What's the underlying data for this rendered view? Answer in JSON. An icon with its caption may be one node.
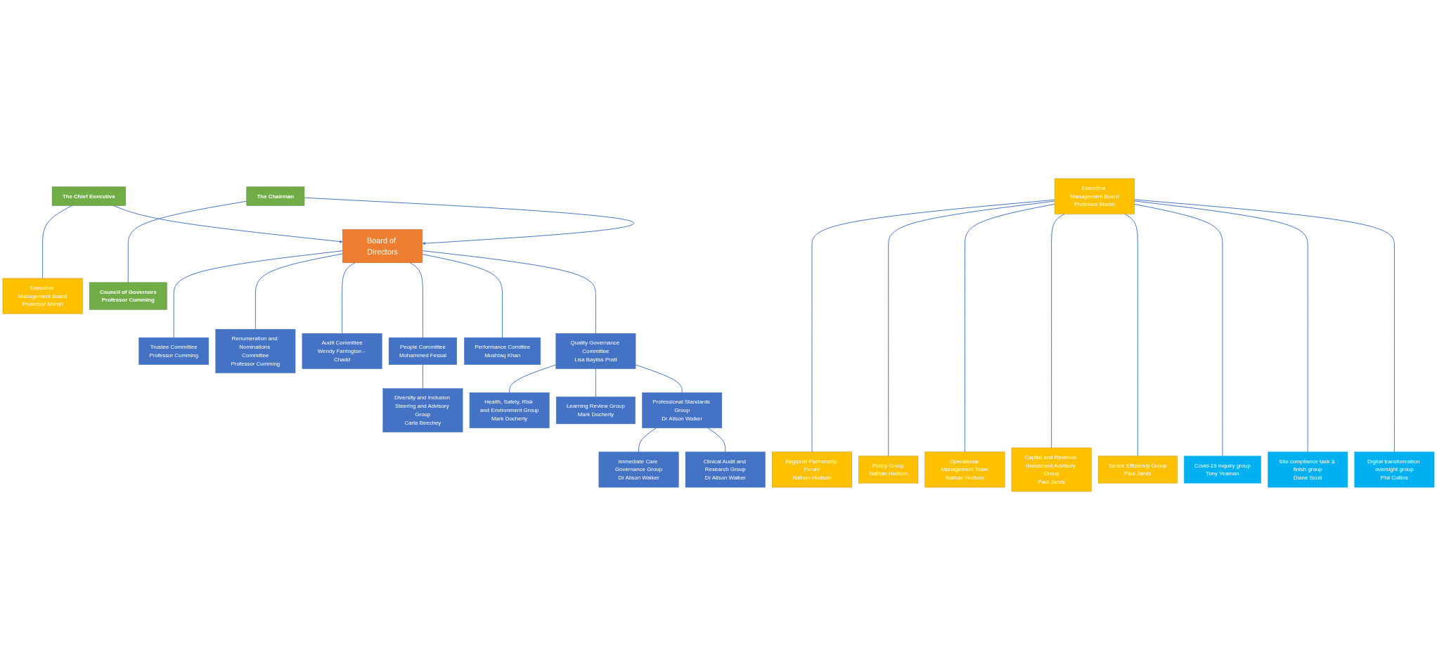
{
  "diagram": {
    "nodes": [
      {
        "text": [
          "The Chief Executive"
        ]
      },
      {
        "text": [
          "Board of Directors"
        ]
      },
      {
        "text": [
          "The Chairman"
        ]
      },
      {
        "text": [
          "Executive Management Board",
          "Professor Marsh"
        ]
      },
      {
        "text": [
          "Council of Governors",
          "Professor Cumming"
        ]
      },
      {
        "text": [
          "Trustee Committee",
          "Professor Cumming"
        ]
      },
      {
        "text": [
          "Renumeration and Nominations Committee",
          "Professor Cumming"
        ]
      },
      {
        "text": [
          "Audit Committee",
          "Wendy Farrington - Chadd"
        ]
      },
      {
        "text": [
          "People Committee",
          "Mohammed Fessal"
        ]
      },
      {
        "text": [
          "Performance Comittee",
          "Mushtaq Khan"
        ]
      },
      {
        "text": [
          "Quality Governance Committee",
          "Lisa Bayliss Pratt"
        ]
      },
      {
        "text": [
          "Diversity and Inclusion Steering and Advisory Group",
          "Carla Beechey"
        ]
      },
      {
        "text": [
          "Health, Safety, Risk and Environment Group",
          "Mark Docherty"
        ]
      },
      {
        "text": [
          "Learning Review Group",
          "Mark Docherty"
        ]
      },
      {
        "text": [
          "Professional Standards Group",
          "Dr Alison Walker"
        ]
      },
      {
        "text": [
          "Immediate Care Governance Group",
          "Dr Alison Walker"
        ]
      },
      {
        "text": [
          "Clinical Audit and Research Group",
          "Dr Alison Walker"
        ]
      },
      {
        "text": [
          "Executive Management Board",
          "Professor Marsh"
        ]
      },
      {
        "text": [
          "Regional Partnership Forum",
          "Nathan Hudson"
        ]
      },
      {
        "text": [
          "Policy Group",
          "Nathan Hudson"
        ]
      },
      {
        "text": [
          "Operational Management Team",
          "Nathan Hudson"
        ]
      },
      {
        "text": [
          "Capital and Revenue Investment Advisory Group",
          "Paul Jarvis"
        ]
      },
      {
        "text": [
          "Senior Efficiency Group",
          "Paul Jarvis"
        ]
      },
      {
        "text": [
          "Covid-19 Inquiry group",
          "Tony Yeaman"
        ]
      },
      {
        "text": [
          "Site compliance task & finish group",
          "Diane Scott"
        ]
      },
      {
        "text": [
          "Digital transformation oversight group",
          "Phil Collins"
        ]
      }
    ],
    "edges": [
      {
        "from": 0,
        "to": 1,
        "arrow": "to"
      },
      {
        "from": 2,
        "to": 1,
        "arrow": "to"
      },
      {
        "from": 0,
        "to": 3,
        "arrow": "none"
      },
      {
        "from": 2,
        "to": 4,
        "arrow": "none"
      },
      {
        "from": 1,
        "to": 5,
        "arrow": "none"
      },
      {
        "from": 1,
        "to": 6,
        "arrow": "none"
      },
      {
        "from": 1,
        "to": 7,
        "arrow": "none"
      },
      {
        "from": 1,
        "to": 8,
        "arrow": "none"
      },
      {
        "from": 1,
        "to": 9,
        "arrow": "none"
      },
      {
        "from": 1,
        "to": 10,
        "arrow": "none"
      },
      {
        "from": 8,
        "to": 11,
        "arrow": "none"
      },
      {
        "from": 10,
        "to": 12,
        "arrow": "none"
      },
      {
        "from": 10,
        "to": 13,
        "arrow": "none"
      },
      {
        "from": 10,
        "to": 14,
        "arrow": "none"
      },
      {
        "from": 14,
        "to": 15,
        "arrow": "none"
      },
      {
        "from": 14,
        "to": 16,
        "arrow": "none"
      },
      {
        "from": 17,
        "to": 18,
        "arrow": "none"
      },
      {
        "from": 17,
        "to": 19,
        "arrow": "none"
      },
      {
        "from": 17,
        "to": 20,
        "arrow": "none"
      },
      {
        "from": 17,
        "to": 21,
        "arrow": "none"
      },
      {
        "from": 17,
        "to": 22,
        "arrow": "none"
      },
      {
        "from": 17,
        "to": 23,
        "arrow": "none"
      },
      {
        "from": 17,
        "to": 24,
        "arrow": "none"
      },
      {
        "from": 17,
        "to": 25,
        "arrow": "none"
      }
    ]
  }
}
